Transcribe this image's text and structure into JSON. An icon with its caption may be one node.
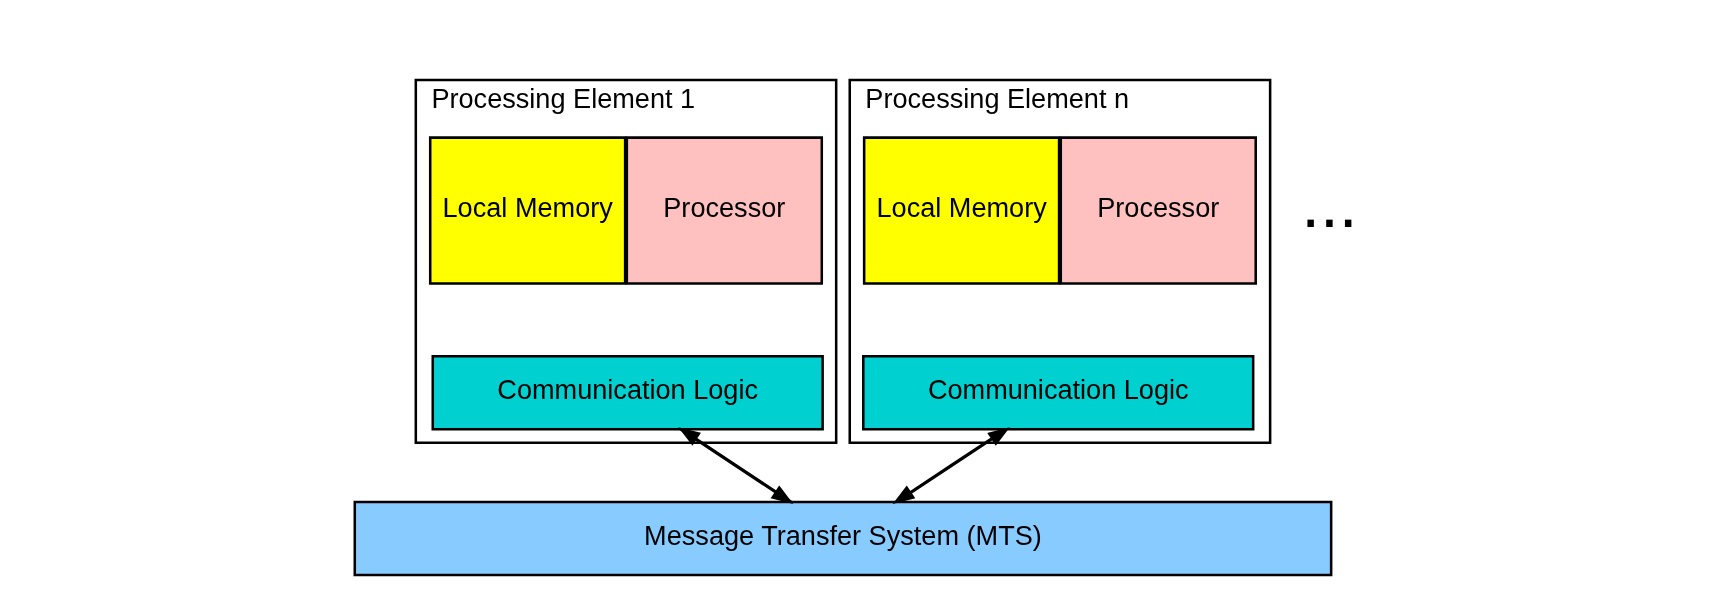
{
  "diagram": {
    "nodes": [
      {
        "text": [
          "Processing Element 1"
        ]
      },
      {
        "text": [
          "Processor"
        ],
        "in": 0
      },
      {
        "text": [
          "Local Memory"
        ],
        "in": 0
      },
      {
        "text": [
          "Communication Logic"
        ],
        "in": 0
      },
      {
        "text": [
          "Processing Element n"
        ]
      },
      {
        "text": [
          "Processor"
        ],
        "in": 4
      },
      {
        "text": [
          "Local Memory"
        ],
        "in": 4
      },
      {
        "text": [
          "Communication Logic"
        ],
        "in": 4
      },
      {
        "text": [
          "Message Transfer System (MTS)"
        ]
      }
    ],
    "edges": [
      {
        "from": 3,
        "to": 8,
        "arrow": "to"
      },
      {
        "from": 8,
        "to": 3,
        "arrow": "to"
      },
      {
        "from": 7,
        "to": 8,
        "arrow": "to"
      },
      {
        "from": 8,
        "to": 7,
        "arrow": "to"
      }
    ],
    "labels": [
      "..."
    ]
  }
}
